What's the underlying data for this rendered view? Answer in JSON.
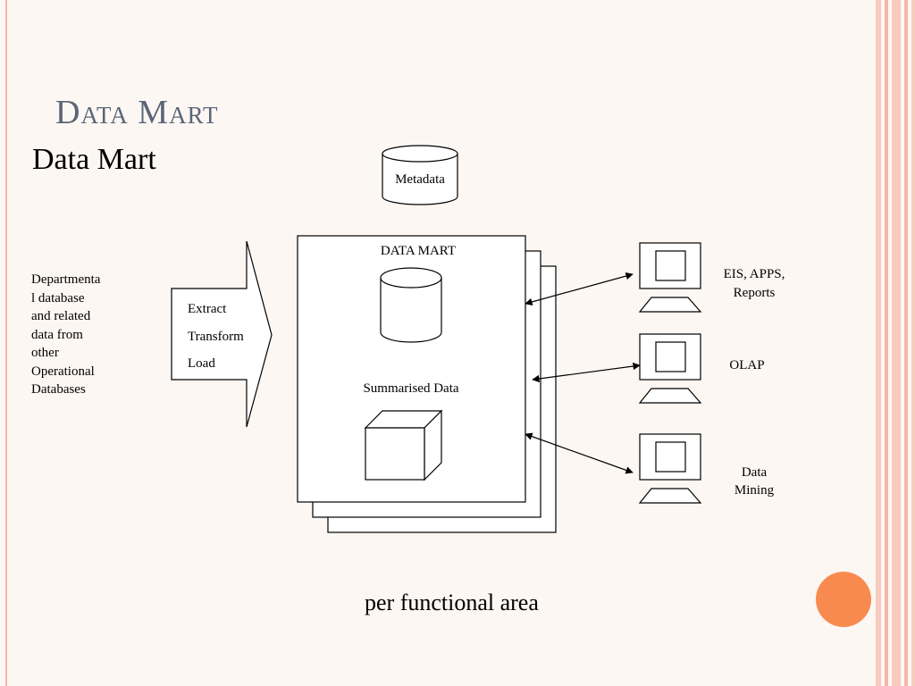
{
  "slide": {
    "title": "Data Mart",
    "subtitle": "Data Mart",
    "caption": "per functional area"
  },
  "diagram": {
    "metadata_label": "Metadata",
    "source_lines": [
      "Departmenta",
      "l database",
      "and related",
      "data from",
      "other",
      "Operational",
      "Databases"
    ],
    "etl_steps": [
      "Extract",
      "Transform",
      "Load"
    ],
    "mart_label": "DATA MART",
    "summarised_label": "Summarised Data",
    "clients": [
      {
        "lines": [
          "EIS, APPS,",
          "Reports"
        ]
      },
      {
        "lines": [
          "OLAP"
        ]
      },
      {
        "lines": [
          "Data",
          "Mining"
        ]
      }
    ]
  },
  "colors": {
    "title": "#5a6577",
    "accent": "#f98a4f",
    "stripe": "#f2b8a6",
    "background": "#fdf7f3"
  }
}
